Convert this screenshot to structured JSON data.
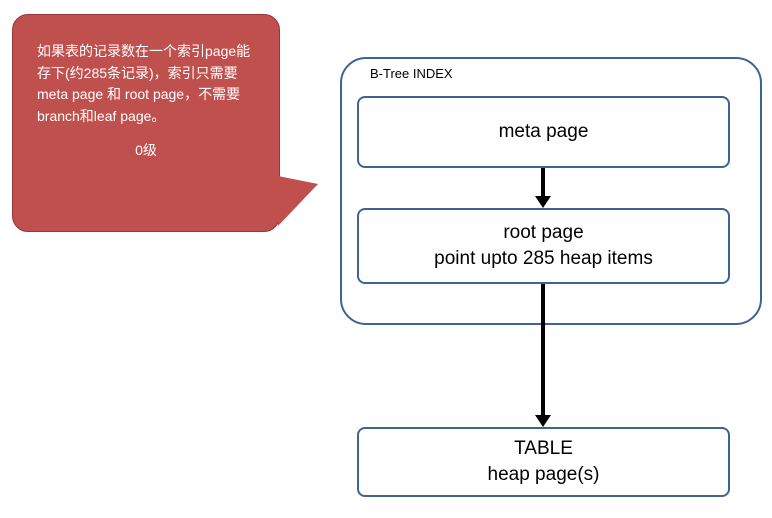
{
  "callout": {
    "text": "如果表的记录数在一个索引page能存下(约285条记录)，索引只需要meta page 和 root page，不需要branch和leaf page。",
    "level_label": "0级"
  },
  "btree": {
    "title": "B-Tree INDEX",
    "meta_page_label": "meta page",
    "root_page_line1": "root page",
    "root_page_line2": "point upto 285 heap items"
  },
  "table": {
    "line1": "TABLE",
    "line2": "heap page(s)"
  },
  "colors": {
    "callout_fill": "#C0504D",
    "callout_border": "#953735",
    "box_border": "#3E6492",
    "arrow": "#000000"
  }
}
